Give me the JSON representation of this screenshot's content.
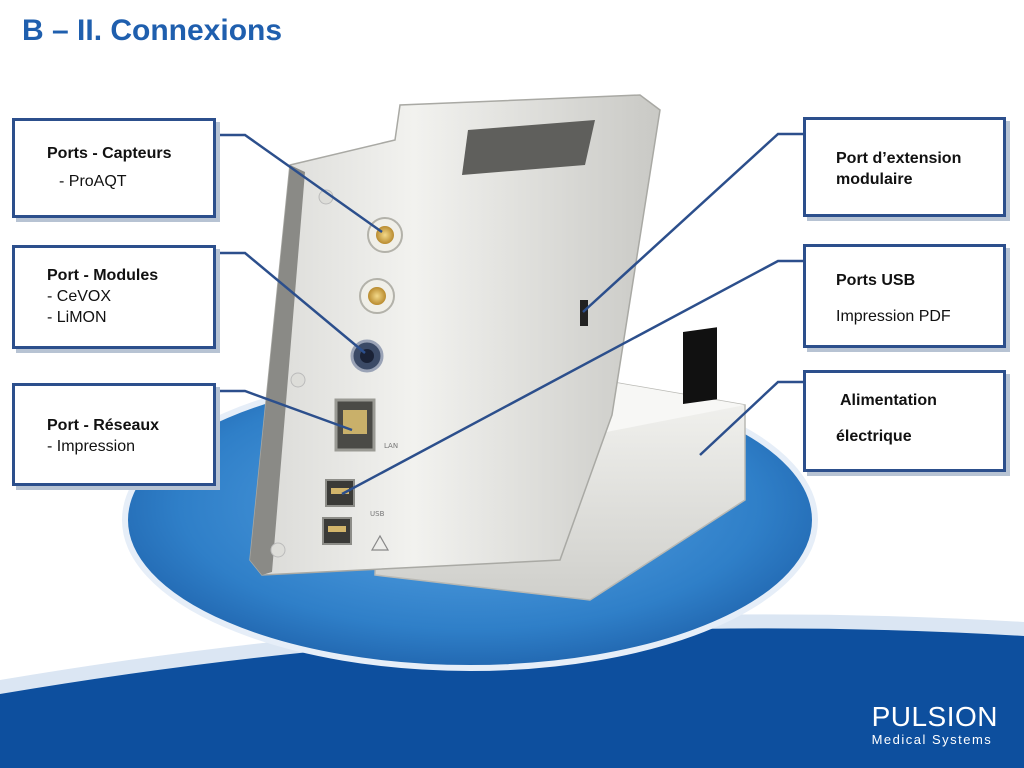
{
  "slide": {
    "title": "B – II.  Connexions"
  },
  "callouts": {
    "capteurs": {
      "title": "Ports - Capteurs",
      "lines": [
        "- ProAQT"
      ]
    },
    "modules": {
      "title": "Port - Modules",
      "lines": [
        "- CeVOX",
        "- LiMON"
      ]
    },
    "reseaux": {
      "title": "Port - Réseaux",
      "lines": [
        "- Impression"
      ]
    },
    "extension": {
      "title": "Port d’extension modulaire"
    },
    "usb": {
      "title": "Ports USB",
      "lines": [
        "Impression PDF"
      ]
    },
    "power": {
      "title_line1": "Alimentation",
      "title_line2": "électrique"
    }
  },
  "device_labels": {
    "lan": "LAN",
    "usb": "USB"
  },
  "logo": {
    "brand": "PULSION",
    "tagline": "Medical Systems"
  },
  "colors": {
    "title": "#1f5fae",
    "callout_border": "#2c4f8c",
    "leader_line": "#2c4f8c",
    "ellipse": "#2f7fc8",
    "footer": "#0d4f9e"
  }
}
